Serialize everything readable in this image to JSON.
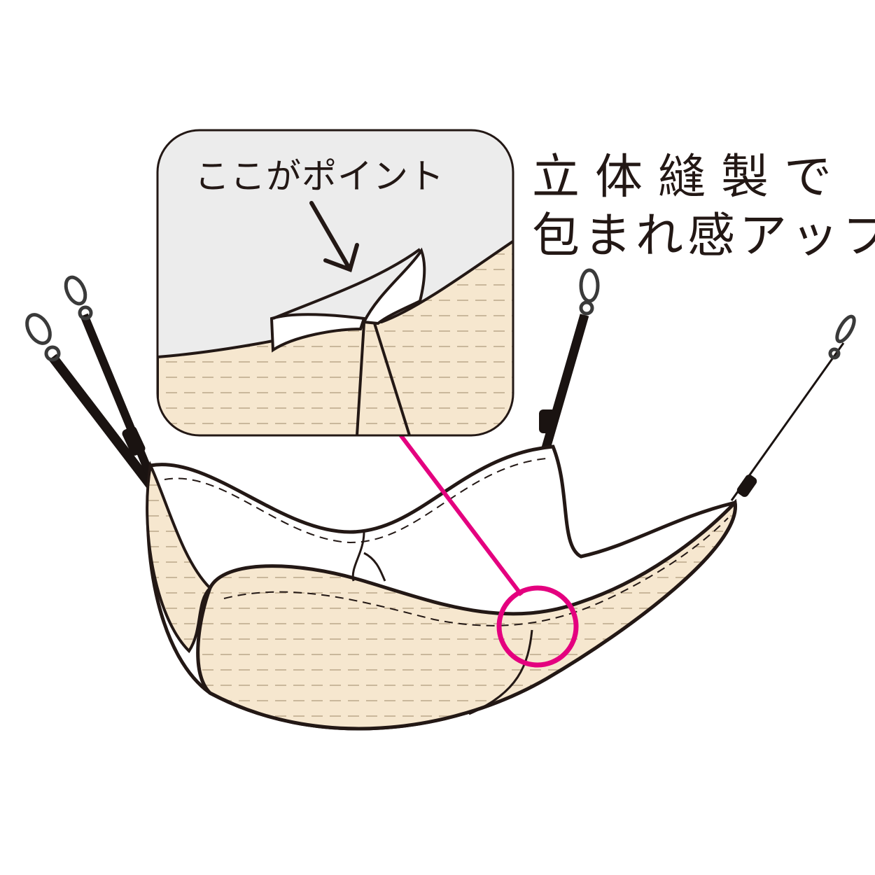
{
  "callout": {
    "label": "ここがポイント"
  },
  "headline": {
    "line1": "立体縫製で",
    "line2": "包まれ感アップ"
  },
  "colors": {
    "fabric": "#f6e7cf",
    "fabric_dash": "#c9b79b",
    "inset_bg": "#ececec",
    "outline": "#231815",
    "highlight": "#e4007f",
    "strap": "#1a1311"
  }
}
